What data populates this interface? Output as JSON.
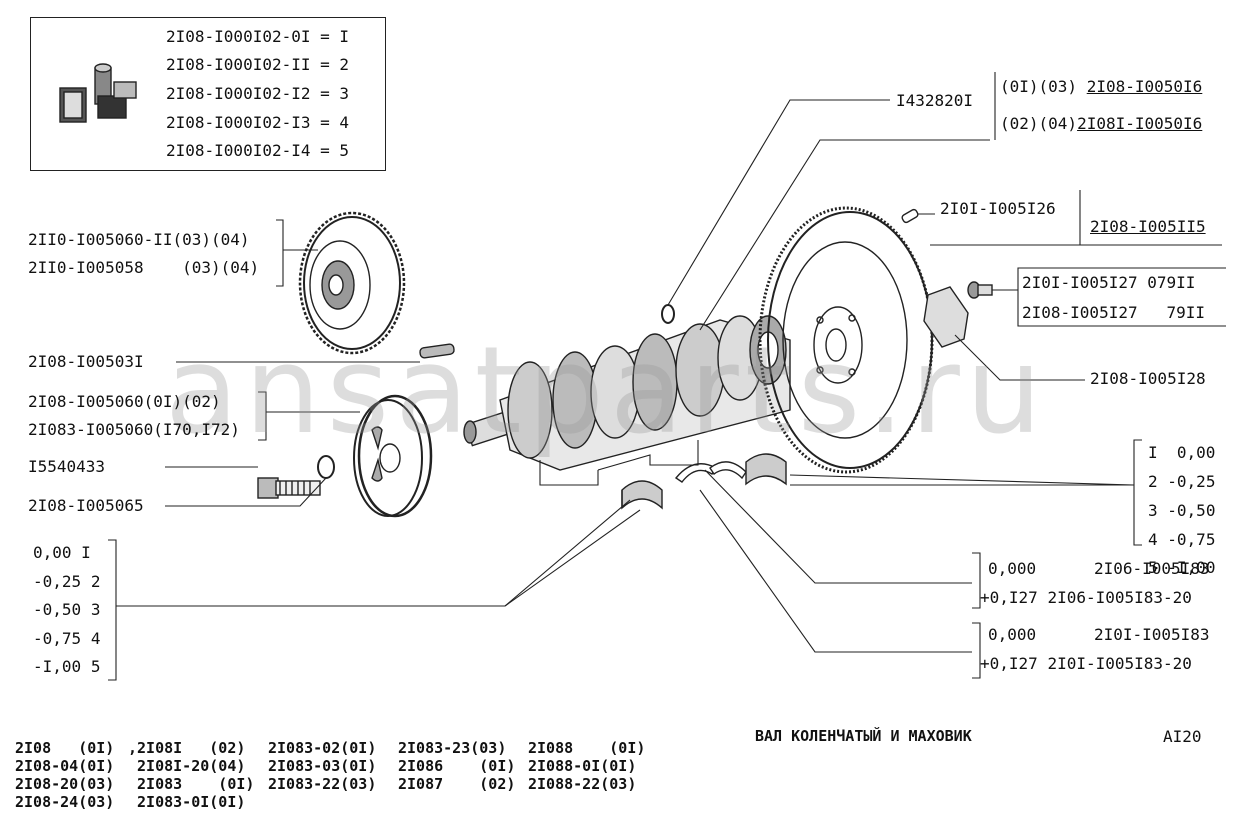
{
  "legend": {
    "rows": [
      {
        "code": "2I08-I000I02-0I",
        "value": "I"
      },
      {
        "code": "2I08-I000I02-II",
        "value": "2"
      },
      {
        "code": "2I08-I000I02-I2",
        "value": "3"
      },
      {
        "code": "2I08-I000I02-I3",
        "value": "4"
      },
      {
        "code": "2I08-I000I02-I4",
        "value": "5"
      }
    ]
  },
  "labels": {
    "pulley_a": "2II0-I005060-II(03)(04)",
    "pulley_b": "2II0-I005058    (03)(04)",
    "bearing_seal": "I432820I",
    "flywheel_bolt_kit_a_prefix": "(0I)(03) ",
    "flywheel_bolt_kit_a_code": "2I08-I0050I6",
    "flywheel_bolt_kit_b_prefix": "(02)(04)",
    "flywheel_bolt_kit_b_code": "2I08I-I0050I6",
    "dowel_pin": "2I0I-I005I26",
    "flywheel": "2I08-I005II5",
    "flywheel_bolt_a": "2I0I-I005I27 079II",
    "flywheel_bolt_b": "2I08-I005I27   79II",
    "flywheel_washer": "2I08-I005I28",
    "key": "2I08-I00503I",
    "pulley_hub_a": "2I08-I005060(0I)(02)",
    "pulley_hub_b": "2I083-I005060(I70,I72)",
    "pulley_bolt": "I5540433",
    "pulley_washer": "2I08-I005065"
  },
  "main_bearing_sizes": [
    {
      "n": "I",
      "v": "0,00"
    },
    {
      "n": "2",
      "v": "-0,25"
    },
    {
      "n": "3",
      "v": "-0,50"
    },
    {
      "n": "4",
      "v": "-0,75"
    },
    {
      "n": "5",
      "v": "-I,00"
    }
  ],
  "rod_bearing_sizes": [
    {
      "v": "0,00",
      "n": "I"
    },
    {
      "v": "-0,25",
      "n": "2"
    },
    {
      "v": "-0,50",
      "n": "3"
    },
    {
      "v": "-0,75",
      "n": "4"
    },
    {
      "v": "-I,00",
      "n": "5"
    }
  ],
  "thrust_a": [
    {
      "v": "0,000",
      "code": "2I06-I005I83"
    },
    {
      "v": "+0,I27",
      "code": "2I06-I005I83-20"
    }
  ],
  "thrust_b": [
    {
      "v": "0,000",
      "code": "2I0I-I005I83"
    },
    {
      "v": "+0,I27",
      "code": "2I0I-I005I83-20"
    }
  ],
  "models": {
    "col1": [
      "2I08   (0I)",
      "2I08-04(0I)",
      "2I08-20(03)",
      "2I08-24(03)"
    ],
    "col2": [
      ",2I08I   (02)",
      " 2I08I-20(04)",
      " 2I083    (0I)",
      " 2I083-0I(0I)"
    ],
    "col3": [
      "2I083-02(0I)",
      "2I083-03(0I)",
      "2I083-22(03)"
    ],
    "col4": [
      "2I083-23(03)",
      "2I086    (0I)",
      "2I087    (02)"
    ],
    "col5": [
      "2I088    (0I)",
      "2I088-0I(0I)",
      "2I088-22(03)"
    ]
  },
  "title": "ВАЛ КОЛЕНЧАТЫЙ И МАХОВИК",
  "page_code": "AI20",
  "watermark": "ansatparts.ru"
}
